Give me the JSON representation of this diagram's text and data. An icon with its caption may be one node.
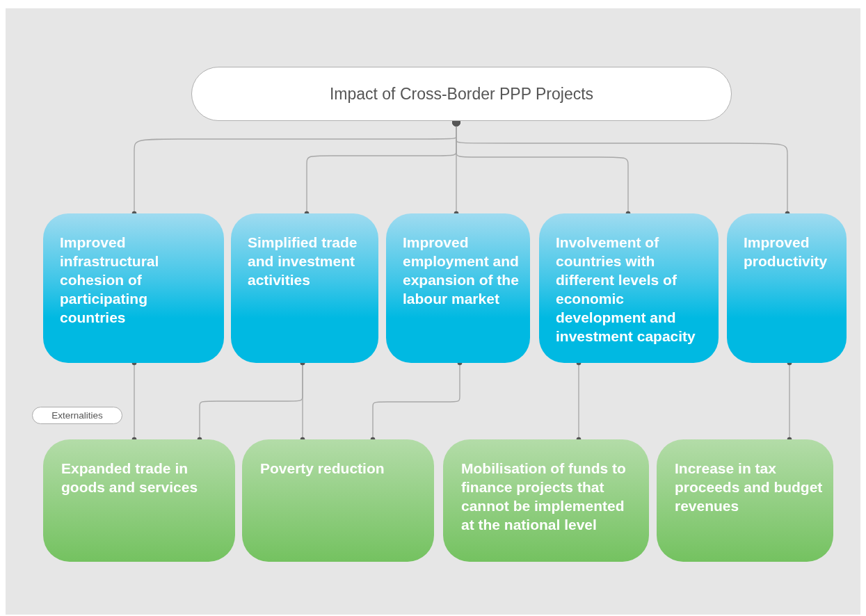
{
  "diagram": {
    "nodes": [
      {
        "text": [
          "Impact of Cross-Border PPP Projects"
        ]
      },
      {
        "text": [
          "Improved infrastructural cohesion of participating countries"
        ]
      },
      {
        "text": [
          "Simplified trade and investment activities"
        ]
      },
      {
        "text": [
          "Improved employment and expansion of the labour market"
        ]
      },
      {
        "text": [
          "Involvement of countries with different levels of economic development and investment capacity"
        ]
      },
      {
        "text": [
          "Improved productivity"
        ]
      },
      {
        "text": [
          "Expanded trade in goods and services"
        ]
      },
      {
        "text": [
          "Poverty reduction"
        ]
      },
      {
        "text": [
          "Mobilisation of funds to finance projects that cannot be implemented at the national level"
        ]
      },
      {
        "text": [
          "Increase in tax proceeds and budget revenues"
        ]
      },
      {
        "text": [
          "Externalities"
        ]
      }
    ],
    "edges": [
      {
        "from": 0,
        "to": 1,
        "arrow": "other"
      },
      {
        "from": 0,
        "to": 2,
        "arrow": "other"
      },
      {
        "from": 0,
        "to": 3,
        "arrow": "other"
      },
      {
        "from": 0,
        "to": 4,
        "arrow": "other"
      },
      {
        "from": 0,
        "to": 5,
        "arrow": "other"
      },
      {
        "from": 1,
        "to": 6,
        "arrow": "other"
      },
      {
        "from": 2,
        "to": 6,
        "arrow": "other"
      },
      {
        "from": 2,
        "to": 7,
        "arrow": "other"
      },
      {
        "from": 3,
        "to": 7,
        "arrow": "other"
      },
      {
        "from": 4,
        "to": 8,
        "arrow": "other"
      },
      {
        "from": 5,
        "to": 9,
        "arrow": "other"
      }
    ]
  }
}
